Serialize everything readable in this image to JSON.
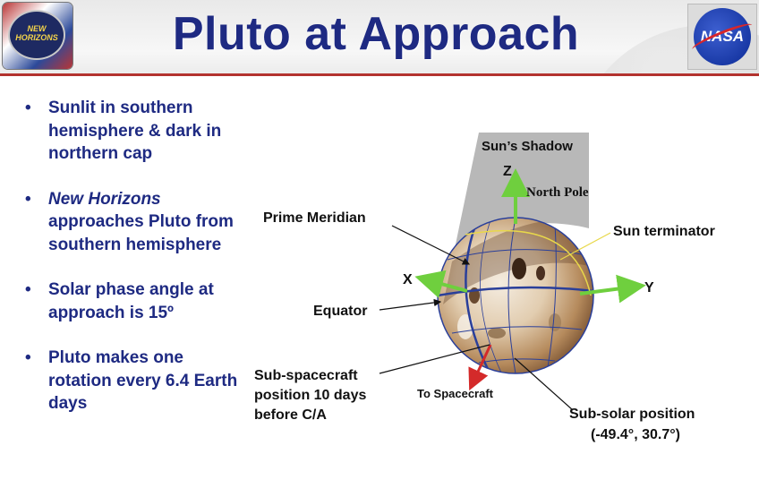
{
  "header": {
    "title": "Pluto at Approach",
    "patch_text": "NEW HORIZONS",
    "logo_text": "NASA"
  },
  "bullets": [
    {
      "text": "Sunlit in southern hemisphere & dark in northern cap"
    },
    {
      "emphasis": "New Horizons",
      "text": " approaches Pluto from southern hemisphere"
    },
    {
      "text": "Solar phase angle at approach is 15º"
    },
    {
      "text": "Pluto makes one rotation every 6.4 Earth days"
    }
  ],
  "bullet_symbol": "•",
  "diagram": {
    "shadow_label": "Sun’s Shadow",
    "axis_z": "Z",
    "axis_x": "X",
    "axis_y": "Y",
    "north_pole": "North Pole",
    "prime_meridian": "Prime Meridian",
    "sun_terminator": "Sun terminator",
    "equator": "Equator",
    "sub_spacecraft": [
      "Sub-spacecraft",
      "position 10 days",
      "before C/A"
    ],
    "to_spacecraft": "To Spacecraft",
    "sub_solar": [
      "Sub-solar position",
      "(-49.4°, 30.7°)"
    ]
  },
  "colors": {
    "title": "#1e2a82",
    "bullet_text": "#1e2a82",
    "header_rule": "#b3322e",
    "axis_arrows": "#6fcf3e",
    "spacecraft_arrow": "#d42a2a",
    "terminator_line": "#e8d84a",
    "grid_lines": "#2a3f9a",
    "shadow": "#b8b8b8"
  }
}
